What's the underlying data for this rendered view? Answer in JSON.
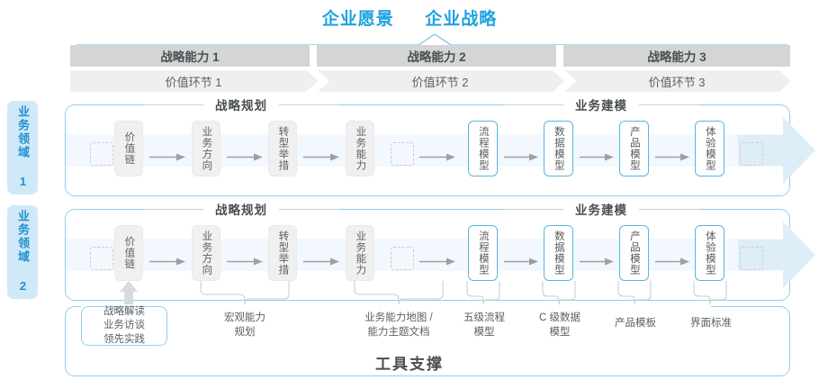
{
  "header": {
    "vision_title": "企业愿景",
    "strategy_title": "企业战略",
    "accent_color": "#1ea2e0"
  },
  "capabilities": [
    {
      "label": "战略能力 1"
    },
    {
      "label": "战略能力 2"
    },
    {
      "label": "战略能力 3"
    }
  ],
  "value_chain": [
    {
      "label": "价值环节 1"
    },
    {
      "label": "价值环节 2"
    },
    {
      "label": "价值环节 3"
    }
  ],
  "sections": {
    "planning": "战略规划",
    "modeling": "业务建模"
  },
  "rows": [
    {
      "domain_label": "业务领域 1",
      "planning_nodes": [
        "价值链",
        "业务方向",
        "转型举措",
        "业务能力"
      ],
      "modeling_nodes": [
        "流程模型",
        "数据模型",
        "产品模型",
        "体验模型"
      ]
    },
    {
      "domain_label": "业务领域 2",
      "planning_nodes": [
        "价值链",
        "业务方向",
        "转型举措",
        "业务能力"
      ],
      "modeling_nodes": [
        "流程模型",
        "数据模型",
        "产品模型",
        "体验模型"
      ]
    }
  ],
  "tools": [
    {
      "label": "战略解读\n业务访谈\n领先实践",
      "boxed": true
    },
    {
      "label": "宏观能力\n规划",
      "boxed": false
    },
    {
      "label": "业务能力地图 /\n能力主题文档",
      "boxed": false
    },
    {
      "label": "五级流程\n模型",
      "boxed": false
    },
    {
      "label": "C 级数据\n模型",
      "boxed": false
    },
    {
      "label": "产品模板",
      "boxed": false
    },
    {
      "label": "界面标准",
      "boxed": false
    }
  ],
  "footer": {
    "title": "工具支撑"
  },
  "colors": {
    "panel_border": "#8fd0ea",
    "blue_node_border": "#5ab4e0",
    "gray_node_bg": "#f0f0f0",
    "cap_bar_bg": "#d4d6d6",
    "val_bar_bg": "#efefef",
    "band_bg": "#f2f8fd",
    "domain_bg": "#cfe9f7",
    "domain_text": "#1f8fcf"
  }
}
